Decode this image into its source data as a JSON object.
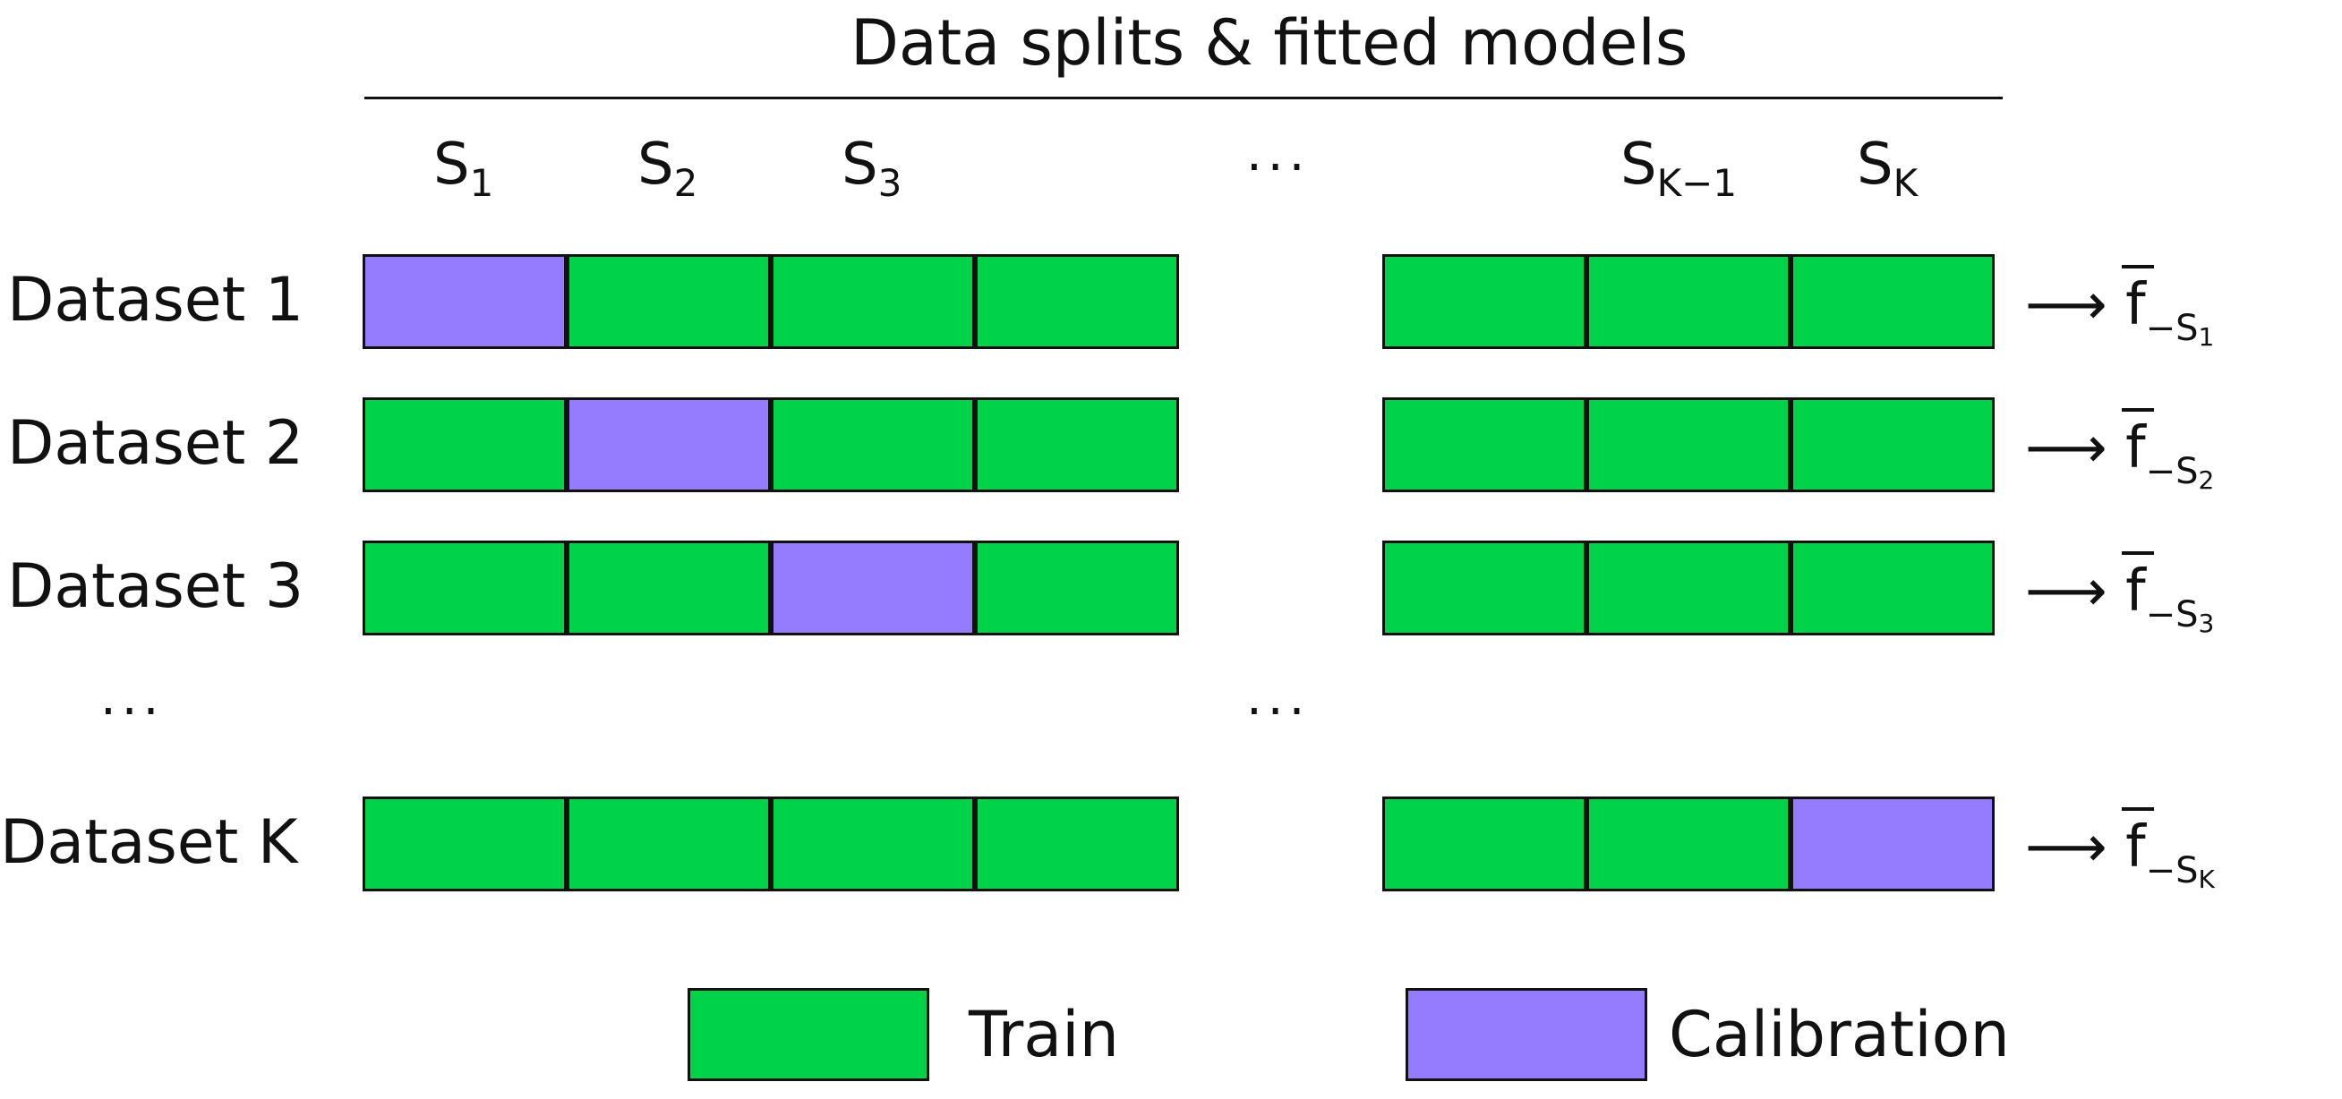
{
  "title": "Data splits & fitted models",
  "columns": {
    "s1": {
      "base": "S",
      "sub": "1"
    },
    "s2": {
      "base": "S",
      "sub": "2"
    },
    "s3": {
      "base": "S",
      "sub": "3"
    },
    "ellipsis": "···",
    "sk1": {
      "base": "S",
      "sub": "K−1"
    },
    "sk": {
      "base": "S",
      "sub": "K"
    }
  },
  "rows": [
    {
      "label": "Dataset  1",
      "calibration_index": 0,
      "model": {
        "f": "f",
        "sub": "−S",
        "subsub": "1"
      }
    },
    {
      "label": "Dataset  2",
      "calibration_index": 1,
      "model": {
        "f": "f",
        "sub": "−S",
        "subsub": "2"
      }
    },
    {
      "label": "Dataset  3",
      "calibration_index": 2,
      "model": {
        "f": "f",
        "sub": "−S",
        "subsub": "3"
      }
    },
    {
      "label": "Dataset  K",
      "calibration_index": 6,
      "model": {
        "f": "f",
        "sub": "−S",
        "subsub": "K"
      }
    }
  ],
  "row_ellipsis": "···",
  "middle_ellipsis": "···",
  "arrow": "⟶",
  "legend": {
    "train_label": "Train",
    "calibration_label": "Calibration"
  },
  "colors": {
    "train": "#00d34a",
    "calibration": "#957cff"
  }
}
